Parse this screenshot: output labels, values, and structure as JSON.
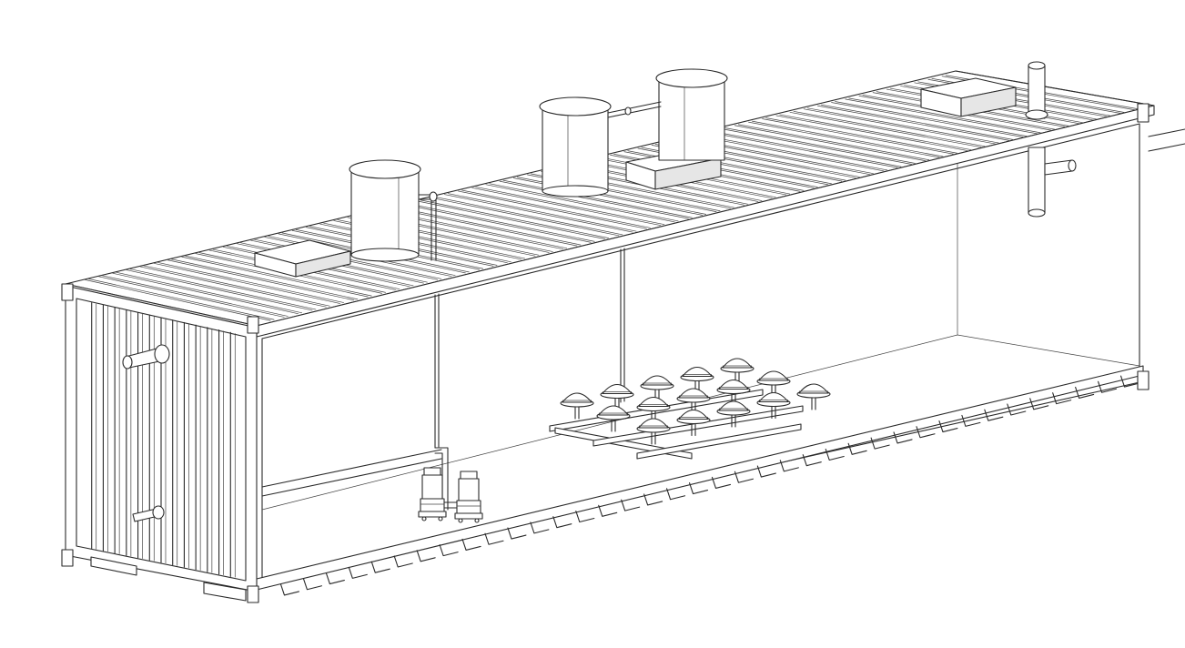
{
  "drawing": {
    "subject": "container-treatment-unit-cutaway",
    "roof_slat_count": 64,
    "floor_bracket_count": 38,
    "door_rib_count": 13,
    "diffuser_rows": 3,
    "diffusers_per_row": 5,
    "pumps": 2,
    "tanks": 3,
    "colors": {
      "line": "#2a2a2a",
      "background": "#ffffff",
      "shade": "#e6e6e6"
    }
  }
}
